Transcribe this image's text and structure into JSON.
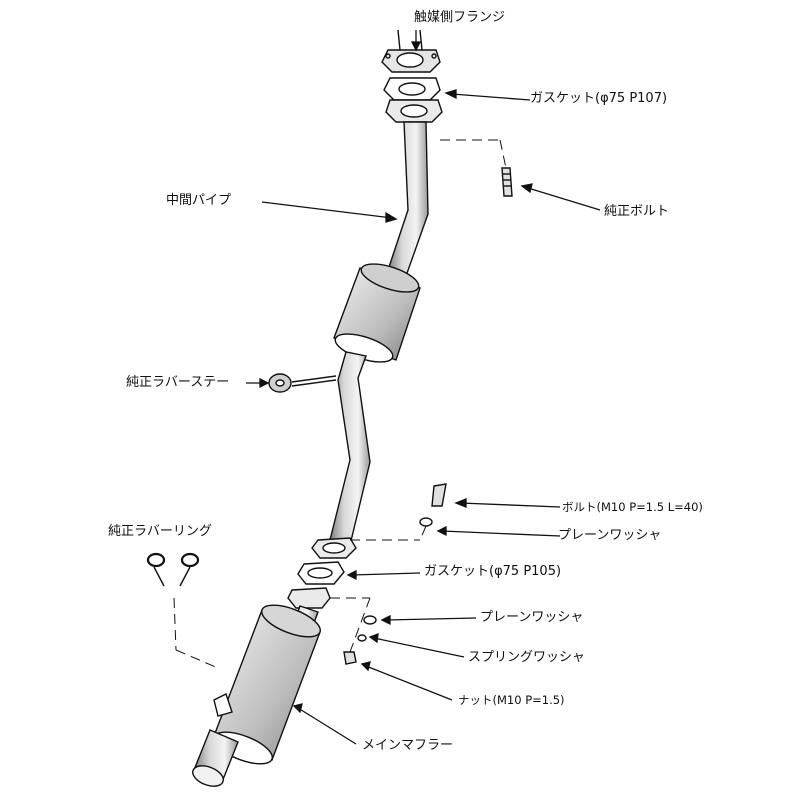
{
  "labels": {
    "catalyst_flange": "触媒側フランジ",
    "gasket_top": "ガスケット(φ75 P107)",
    "stock_bolt": "純正ボルト",
    "mid_pipe": "中間パイプ",
    "stock_rubber_stay": "純正ラバーステー",
    "bolt": "ボルト(M10 P=1.5 L=40)",
    "plain_washer_1": "プレーンワッシャ",
    "gasket_bottom": "ガスケット(φ75 P105)",
    "stock_rubber_ring": "純正ラバーリング",
    "plain_washer_2": "プレーンワッシャ",
    "spring_washer": "スプリングワッシャ",
    "nut": "ナット(M10 P=1.5)",
    "main_muffler": "メインマフラー"
  },
  "colors": {
    "line": "#111111",
    "fill": "#ffffff",
    "shade": "#9a9a9a"
  }
}
